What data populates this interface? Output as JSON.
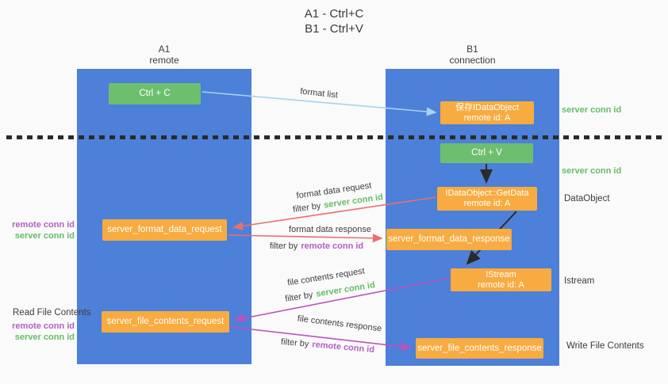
{
  "title": {
    "line1": "A1 - Ctrl+C",
    "line2": "B1 - Ctrl+V"
  },
  "columns": {
    "left": {
      "name": "A1",
      "subtitle": "remote"
    },
    "right": {
      "name": "B1",
      "subtitle": "connection"
    }
  },
  "boxes": {
    "ctrl_c": "Ctrl + C",
    "ctrl_v": "Ctrl + V",
    "save_idataobject": {
      "line1": "保存IDataObject",
      "line2": "remote id: A"
    },
    "getdata": {
      "line1": "IDataObject::GetData",
      "line2": "remote id: A"
    },
    "istream": {
      "line1": "IStream",
      "line2": "remote id: A"
    },
    "format_request": "server_format_data_request",
    "format_response": "server_format_data_response",
    "file_request": "server_file_contents_request",
    "file_response": "server_file_contents_response"
  },
  "labels": {
    "format_list": "format list",
    "format_data_request": "format data request",
    "format_data_response": "format data response",
    "file_contents_request": "file contents request",
    "file_contents_response": "file contents response",
    "filter_by": "filter by",
    "server_conn_id": "server conn id",
    "remote_conn_id": "remote conn id",
    "read_file_contents": "Read File Contents",
    "write_file_contents": "Write File Contents",
    "data_object": "DataObject",
    "istream": "Istream"
  },
  "colors": {
    "column_blue": "#4d80d8",
    "box_green": "#6ebe6f",
    "box_orange": "#f8ab40",
    "arrow_lightblue": "#a9d3ee",
    "arrow_red": "#e8706e",
    "arrow_magenta": "#bb53bb",
    "arrow_black": "#2b2b2b",
    "text_green": "#64bd66",
    "text_purple": "#b35ec4",
    "background": "#fafafa"
  }
}
